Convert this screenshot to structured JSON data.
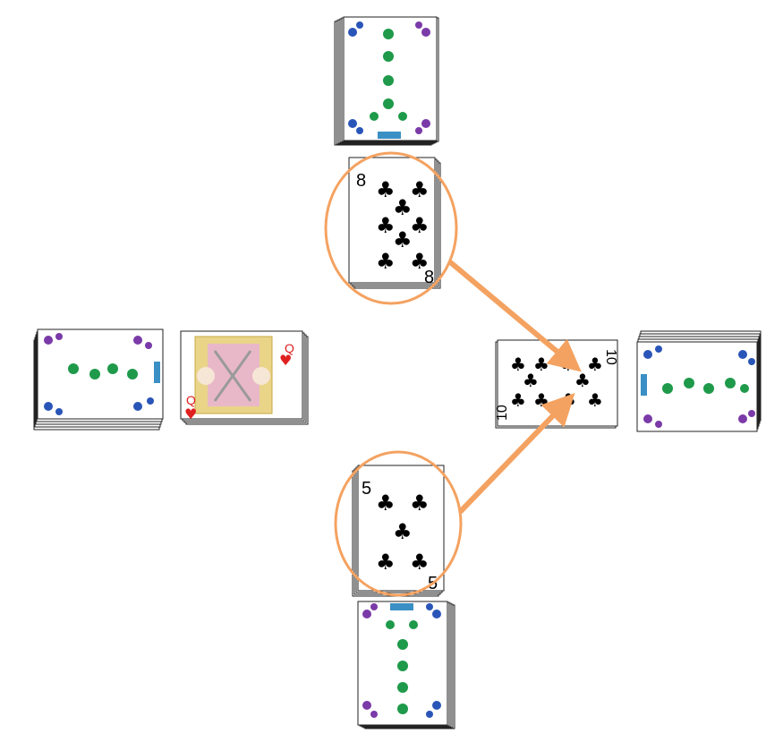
{
  "colors": {
    "highlight": "#f4a261",
    "suit_black": "#000000",
    "suit_red": "#e02020",
    "back_green": "#1e9a4a",
    "back_blue": "#2a55b8",
    "back_purple": "#7a3aa8",
    "card_edge": "#222222"
  },
  "table": {
    "top_player": {
      "deck": {
        "icon": "card-back-turtle"
      },
      "played_card": {
        "rank": "8",
        "suit": "clubs"
      }
    },
    "left_player": {
      "deck": {
        "icon": "card-back-turtle"
      },
      "played_card": {
        "rank": "Q",
        "suit": "hearts"
      }
    },
    "right_player": {
      "deck": {
        "icon": "card-back-turtle"
      },
      "played_card": {
        "rank": "10",
        "suit": "clubs"
      }
    },
    "bottom_player": {
      "deck": {
        "icon": "card-back-turtle"
      },
      "played_card": {
        "rank": "5",
        "suit": "clubs"
      }
    }
  },
  "hints": [
    {
      "from": "top_player",
      "to": "right_player"
    },
    {
      "from": "bottom_player",
      "to": "right_player"
    }
  ]
}
